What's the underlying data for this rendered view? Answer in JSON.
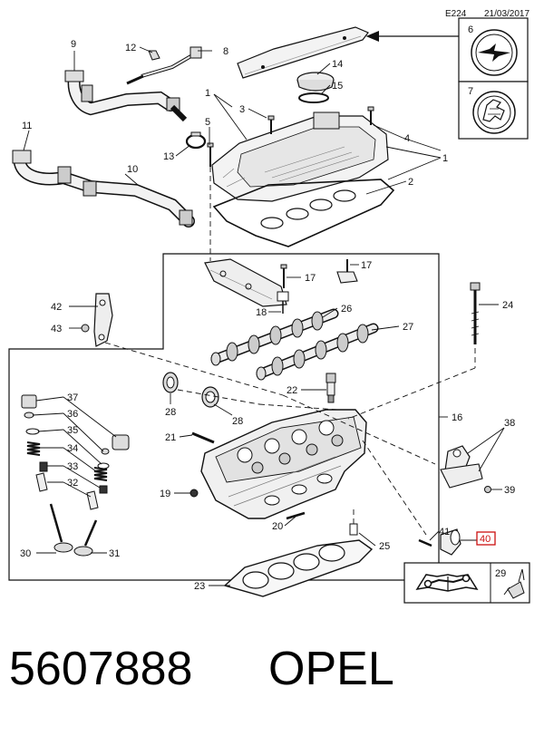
{
  "header": {
    "page_code": "E224",
    "date": "21/03/2017"
  },
  "badges": [
    {
      "number": "6",
      "icon": "opel-logo-icon"
    },
    {
      "number": "7",
      "icon": "vauxhall-griffin-icon"
    }
  ],
  "callouts": [
    {
      "id": "1a",
      "text": "1"
    },
    {
      "id": "1b",
      "text": "1"
    },
    {
      "id": "2",
      "text": "2"
    },
    {
      "id": "3",
      "text": "3"
    },
    {
      "id": "4",
      "text": "4"
    },
    {
      "id": "5",
      "text": "5"
    },
    {
      "id": "8",
      "text": "8"
    },
    {
      "id": "9",
      "text": "9"
    },
    {
      "id": "10",
      "text": "10"
    },
    {
      "id": "11",
      "text": "11"
    },
    {
      "id": "12",
      "text": "12"
    },
    {
      "id": "13",
      "text": "13"
    },
    {
      "id": "14",
      "text": "14"
    },
    {
      "id": "15",
      "text": "15"
    },
    {
      "id": "16",
      "text": "16"
    },
    {
      "id": "17a",
      "text": "17"
    },
    {
      "id": "17b",
      "text": "17"
    },
    {
      "id": "18",
      "text": "18"
    },
    {
      "id": "19",
      "text": "19"
    },
    {
      "id": "20",
      "text": "20"
    },
    {
      "id": "21",
      "text": "21"
    },
    {
      "id": "22",
      "text": "22"
    },
    {
      "id": "23",
      "text": "23"
    },
    {
      "id": "24",
      "text": "24"
    },
    {
      "id": "25",
      "text": "25"
    },
    {
      "id": "26",
      "text": "26"
    },
    {
      "id": "27",
      "text": "27"
    },
    {
      "id": "28a",
      "text": "28"
    },
    {
      "id": "28b",
      "text": "28"
    },
    {
      "id": "29",
      "text": "29"
    },
    {
      "id": "30",
      "text": "30"
    },
    {
      "id": "31",
      "text": "31"
    },
    {
      "id": "32",
      "text": "32"
    },
    {
      "id": "33",
      "text": "33"
    },
    {
      "id": "34",
      "text": "34"
    },
    {
      "id": "35",
      "text": "35"
    },
    {
      "id": "36",
      "text": "36"
    },
    {
      "id": "37",
      "text": "37"
    },
    {
      "id": "38",
      "text": "38"
    },
    {
      "id": "39",
      "text": "39"
    },
    {
      "id": "40",
      "text": "40"
    },
    {
      "id": "41",
      "text": "41"
    },
    {
      "id": "42",
      "text": "42"
    },
    {
      "id": "43",
      "text": "43"
    }
  ],
  "highlighted_callout": "40",
  "colors": {
    "line": "#111111",
    "highlight": "#cc1111",
    "part_fill": "#f2f2f2",
    "part_shade": "#c8c8c8"
  },
  "footer": {
    "part_number": "5607888",
    "brand": "OPEL"
  }
}
